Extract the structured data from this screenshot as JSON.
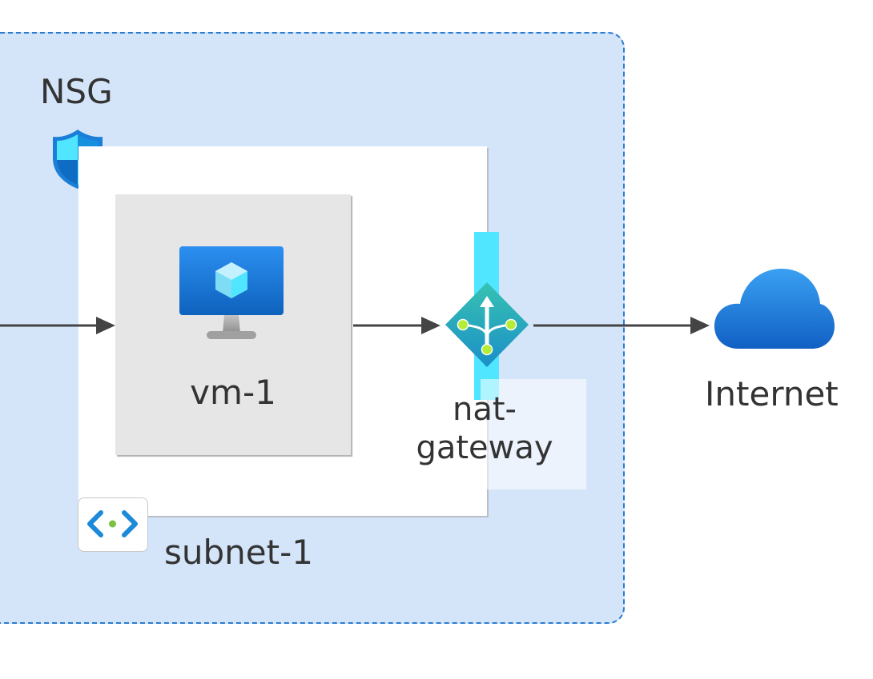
{
  "diagram": {
    "nsg": {
      "label": "NSG",
      "icon": "shield-icon"
    },
    "vm": {
      "label": "vm-1",
      "icon": "virtual-machine-icon"
    },
    "nat": {
      "label_line1": "nat-",
      "label_line2": "gateway",
      "icon": "nat-gateway-icon"
    },
    "subnet": {
      "label": "subnet-1",
      "icon": "subnet-icon"
    },
    "internet": {
      "label": "Internet",
      "icon": "cloud-icon"
    },
    "colors": {
      "vnet_fill": "#d4e5fa",
      "vnet_border": "#2a7bd1",
      "vm_box": "#e6e6e6",
      "nat_accent": "#50e6ff",
      "arrow": "#444444"
    }
  }
}
